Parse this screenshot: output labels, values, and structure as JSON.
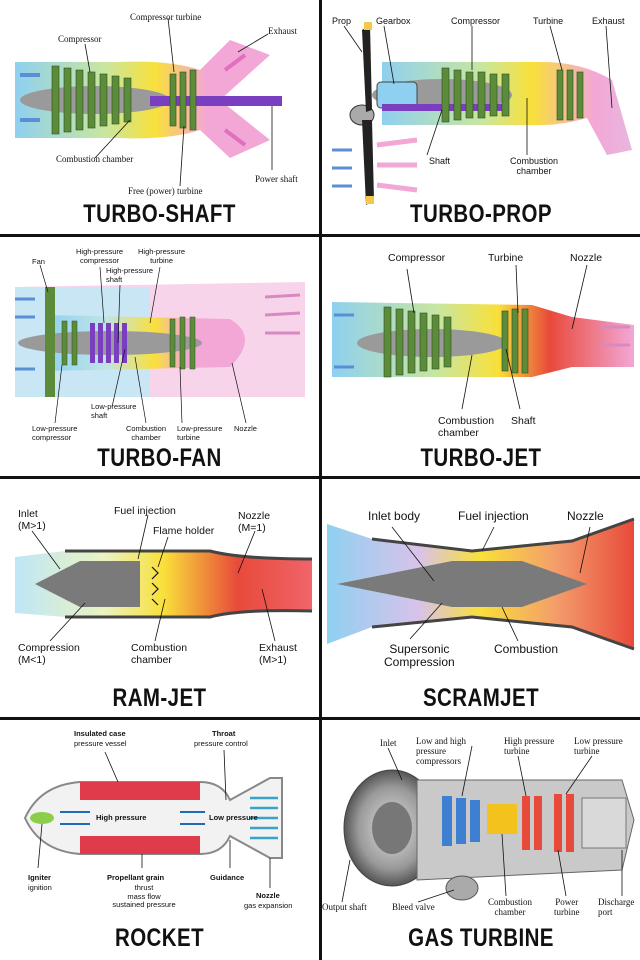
{
  "panels": {
    "turboshaft": {
      "title": "TURBO-SHAFT",
      "labels": {
        "compressor_turbine": "Compressor turbine",
        "exhaust": "Exhaust",
        "compressor": "Compressor",
        "combustion_chamber": "Combustion chamber",
        "power_shaft": "Power shaft",
        "free_turbine": "Free (power) turbine"
      }
    },
    "turboprop": {
      "title": "TURBO-PROP",
      "labels": {
        "prop": "Prop",
        "gearbox": "Gearbox",
        "compressor": "Compressor",
        "turbine": "Turbine",
        "exhaust": "Exhaust",
        "shaft": "Shaft",
        "combustion_chamber": "Combustion\nchamber"
      }
    },
    "turbofan": {
      "title": "TURBO-FAN",
      "labels": {
        "fan": "Fan",
        "hp_compressor": "High-pressure\ncompressor",
        "hp_turbine": "High-pressure\nturbine",
        "hp_shaft": "High-pressure\nshaft",
        "lp_shaft": "Low-pressure\nshaft",
        "lp_compressor": "Low-pressure\ncompressor",
        "combustion_chamber": "Combustion\nchamber",
        "lp_turbine": "Low-pressure\nturbine",
        "nozzle": "Nozzle"
      }
    },
    "turbojet": {
      "title": "TURBO-JET",
      "labels": {
        "compressor": "Compressor",
        "turbine": "Turbine",
        "nozzle": "Nozzle",
        "combustion_chamber": "Combustion\nchamber",
        "shaft": "Shaft"
      }
    },
    "ramjet": {
      "title": "RAM-JET",
      "labels": {
        "inlet": "Inlet\n(M>1)",
        "fuel_injection": "Fuel injection",
        "flame_holder": "Flame holder",
        "nozzle": "Nozzle\n(M=1)",
        "compression": "Compression\n(M<1)",
        "combustion_chamber": "Combustion\nchamber",
        "exhaust": "Exhaust\n(M>1)"
      }
    },
    "scramjet": {
      "title": "SCRAMJET",
      "labels": {
        "inlet_body": "Inlet body",
        "fuel_injection": "Fuel injection",
        "nozzle": "Nozzle",
        "supersonic_compression": "Supersonic\nCompression",
        "combustion": "Combustion"
      }
    },
    "rocket": {
      "title": "ROCKET",
      "labels": {
        "insulated_case": "Insulated case",
        "pressure_vessel": "pressure vessel",
        "throat": "Throat",
        "pressure_control": "pressure control",
        "high_pressure": "High pressure",
        "low_pressure": "Low pressure",
        "igniter": "Igniter",
        "ignition": "ignition",
        "propellant_grain": "Propellant grain",
        "propellant_details": "thrust\nmass flow\nsustained pressure",
        "guidance": "Guidance",
        "nozzle": "Nozzle",
        "gas_expansion": "gas expansion"
      }
    },
    "gasturbine": {
      "title": "GAS TURBINE",
      "labels": {
        "inlet": "Inlet",
        "compressors": "Low and high\npressure\ncompressors",
        "hp_turbine": "High pressure\nturbine",
        "lp_turbine": "Low pressure\nturbine",
        "output_shaft": "Output shaft",
        "bleed_valve": "Bleed valve",
        "combustion_chamber": "Combustion\nchamber",
        "power_turbine": "Power\nturbine",
        "discharge_port": "Discharge\nport"
      }
    }
  },
  "colors": {
    "divider": "#111111",
    "compressor_green": "#5c8c3a",
    "turbine_green": "#4f7d35",
    "intake_blue": "#8fd0f0",
    "exhaust_pink": "#f3a7d6",
    "flame_yellow": "#f9e03a",
    "flame_red": "#e84a3a",
    "casing_gray": "#8a8a8a",
    "purple": "#7a3fc0"
  }
}
